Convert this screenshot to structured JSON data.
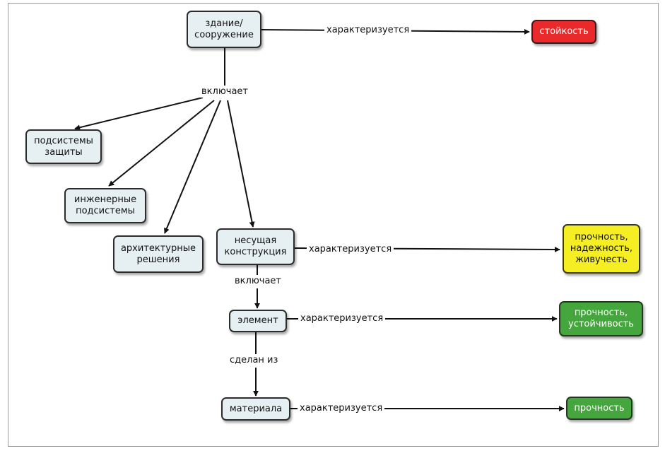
{
  "nodes": {
    "building": "здание/\nсооружение",
    "stability": "стойкость",
    "protection": "подсистемы\nзащиты",
    "engineering": "инженерные\nподсистемы",
    "architecture": "архитектурные\nрешения",
    "bearing": "несущая\nконструкция",
    "strength_reliability": "прочность,\nнадежность,\nживучесть",
    "element": "элемент",
    "strength_stability": "прочность,\nустойчивость",
    "material": "материала",
    "strength": "прочность"
  },
  "links": {
    "building_char": "характеризуется",
    "includes_1": "включает",
    "bearing_char": "характеризуется",
    "includes_2": "включает",
    "element_char": "характеризуется",
    "made_of": "сделан из",
    "material_char": "характеризуется"
  },
  "colors": {
    "concept": "#e6f0f2",
    "red": "#ea2a2a",
    "yellow": "#f5ee22",
    "green": "#44a63c",
    "line": "#111111"
  }
}
